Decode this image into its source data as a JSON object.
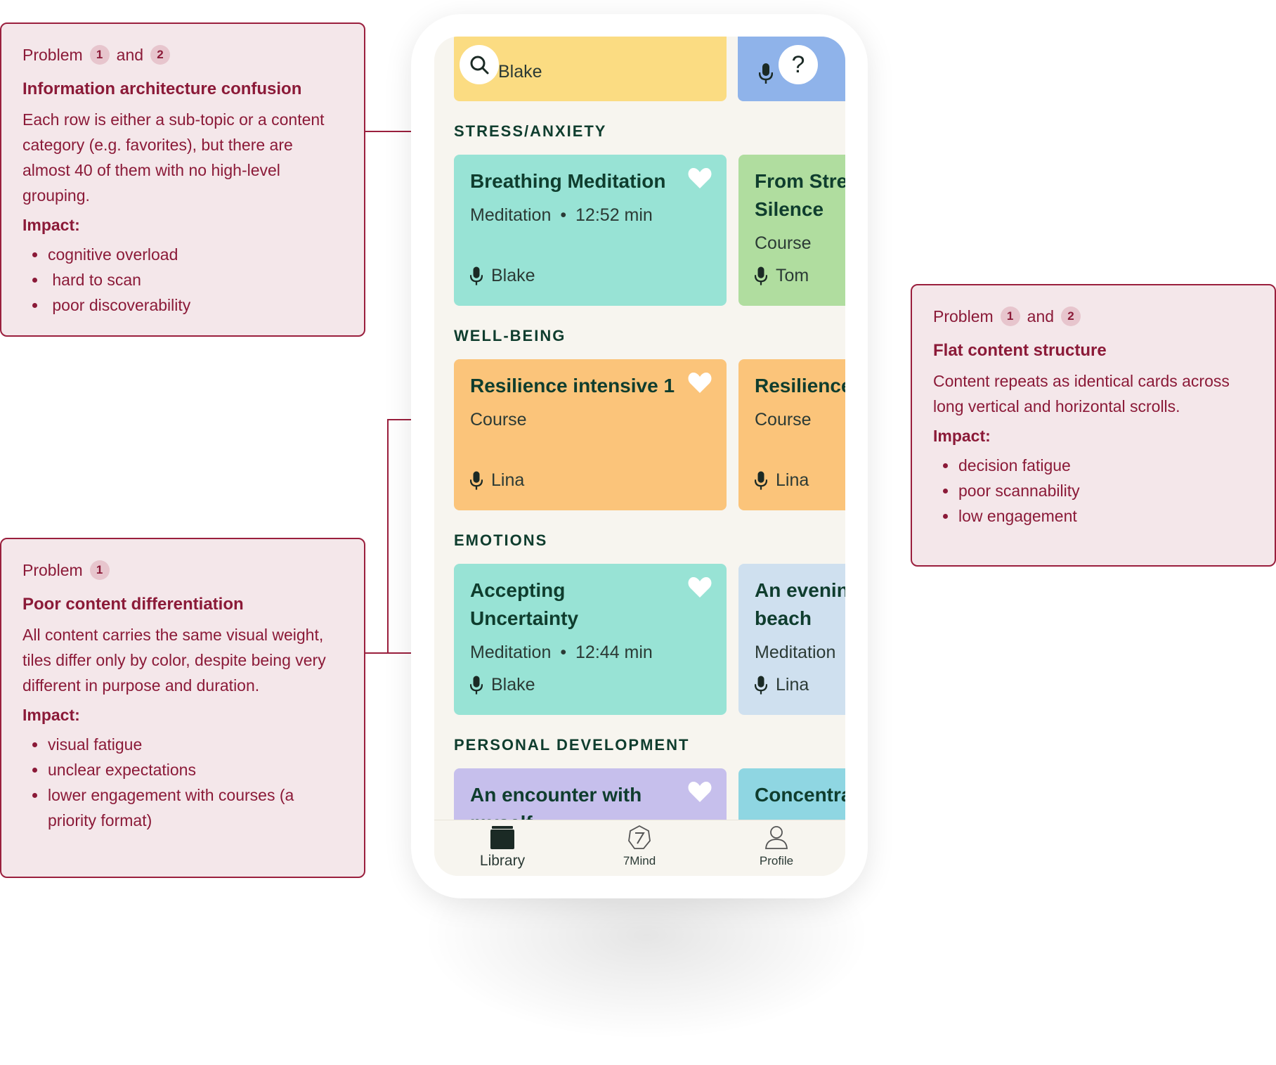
{
  "colors": {
    "note_bg": "#f4e7ea",
    "note_border": "#9a1f3d",
    "note_text": "#8b1a38",
    "screen_bg": "#f7f5ef",
    "card_teal": "#98e3d5",
    "card_green": "#b0dd9f",
    "card_orange": "#fbc47a",
    "card_lightblue": "#cfe0ef",
    "card_purple": "#c6bfec",
    "card_cyan": "#8fd6e2",
    "search_yellow": "#fbdc82",
    "help_blue": "#8fb3ea",
    "title_green": "#0f3d2e"
  },
  "notes": {
    "ia": {
      "problem_label": "Problem",
      "badge_1": "1",
      "connector": "and",
      "badge_2": "2",
      "heading": "Information architecture confusion",
      "body": "Each row is either a sub-topic or a content category (e.g. favorites), but there are almost 40 of them with no high-level grouping.",
      "impact_label": "Impact:",
      "impacts": [
        "cognitive overload",
        " hard to scan",
        " poor discoverability"
      ]
    },
    "flat": {
      "problem_label": "Problem",
      "badge_1": "1",
      "connector": "and",
      "badge_2": "2",
      "heading": "Flat content structure",
      "body": "Content repeats as identical cards across long vertical and horizontal scrolls.",
      "impact_label": "Impact:",
      "impacts": [
        "decision fatigue",
        "poor scannability",
        "low engagement"
      ]
    },
    "diff": {
      "problem_label": "Problem",
      "badge_1": "1",
      "heading": "Poor content differentiation",
      "body": "All content carries the same visual weight, tiles differ only by color, despite being very different in purpose and duration.",
      "impact_label": "Impact:",
      "impacts": [
        "visual fatigue",
        "unclear expectations",
        "lower engagement with courses (a priority format)"
      ]
    }
  },
  "app": {
    "search": {
      "icon": "search-icon",
      "text": "Blake"
    },
    "help": {
      "icons": [
        "microphone-icon",
        "question-icon"
      ],
      "text": "?"
    },
    "sections": [
      {
        "label": "STRESS/ANXIETY",
        "cards": [
          {
            "title": "Breathing Meditation",
            "type": "Meditation",
            "duration": "12:52 min",
            "author": "Blake",
            "favorite": true
          },
          {
            "title": "From Stre Silence",
            "title_line1": "From Stre",
            "title_line2": "Silence",
            "type": "Course",
            "author": "Tom"
          }
        ]
      },
      {
        "label": "WELL-BEING",
        "cards": [
          {
            "title": "Resilience intensive 1",
            "type": "Course",
            "author": "Lina",
            "favorite": true
          },
          {
            "title": "Resilience",
            "type": "Course",
            "author": "Lina"
          }
        ]
      },
      {
        "label": "EMOTIONS",
        "cards": [
          {
            "title": "Accepting Uncertainty",
            "title_line1": "Accepting",
            "title_line2": "Uncertainty",
            "type": "Meditation",
            "duration": "12:44 min",
            "author": "Blake",
            "favorite": true
          },
          {
            "title": "An evenin beach",
            "title_line1": "An evenin",
            "title_line2": "beach",
            "type": "Meditation",
            "author": "Lina"
          }
        ]
      },
      {
        "label": "PERSONAL DEVELOPMENT",
        "cards": [
          {
            "title": "An encounter with myself",
            "title_line1": "An encounter with",
            "title_line2": "myself",
            "favorite": true
          },
          {
            "title": "Concentra"
          }
        ]
      }
    ],
    "meta_separator": "•",
    "tabs": [
      {
        "label": "Library",
        "icon": "library-icon",
        "active": true
      },
      {
        "label": "7Mind",
        "icon": "7mind-logo-icon"
      },
      {
        "label": "Profile",
        "icon": "profile-icon"
      }
    ]
  }
}
